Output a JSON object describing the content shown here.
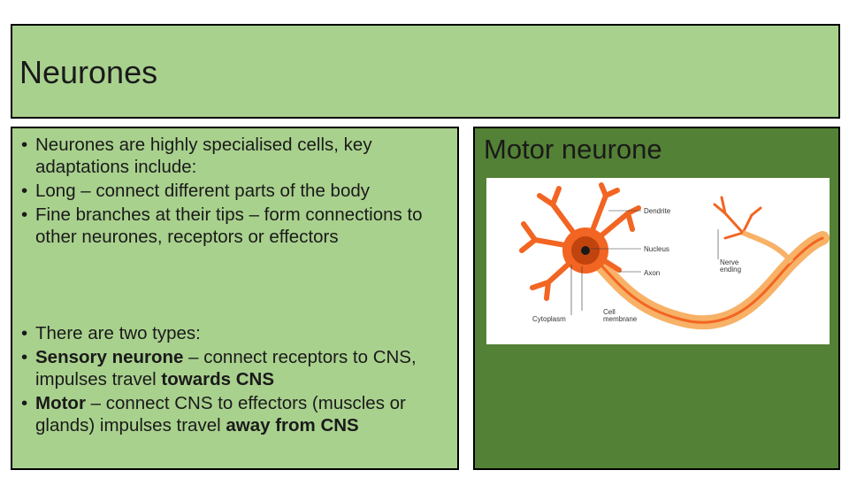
{
  "title": "Neurones",
  "left": {
    "group1": [
      "Neurones are highly specialised cells, key adaptations include:",
      "Long – connect different parts of the body",
      "Fine branches at their tips – form connections to other neurones, receptors or effectors"
    ],
    "group2": {
      "intro": "There are two types:",
      "sensory": {
        "term": "Sensory neurone",
        "text1": " – connect receptors to CNS, impulses travel ",
        "emph": "towards CNS"
      },
      "motor": {
        "term": "Motor",
        "text1": " – connect CNS to effectors (muscles or glands) impulses travel ",
        "emph": "away from CNS"
      }
    }
  },
  "right": {
    "title": "Motor neurone",
    "diagram_labels": {
      "dendrite": "Dendrite",
      "nucleus": "Nucleus",
      "axon": "Axon",
      "nerve_ending_1": "Nerve",
      "nerve_ending_2": "ending",
      "cytoplasm": "Cytoplasm",
      "cell_membrane_1": "Cell",
      "cell_membrane_2": "membrane"
    }
  },
  "colors": {
    "light_green": "#a9d18e",
    "dark_green": "#538135",
    "neuron_orange": "#f26522",
    "axon_yellow": "#f7b267"
  }
}
